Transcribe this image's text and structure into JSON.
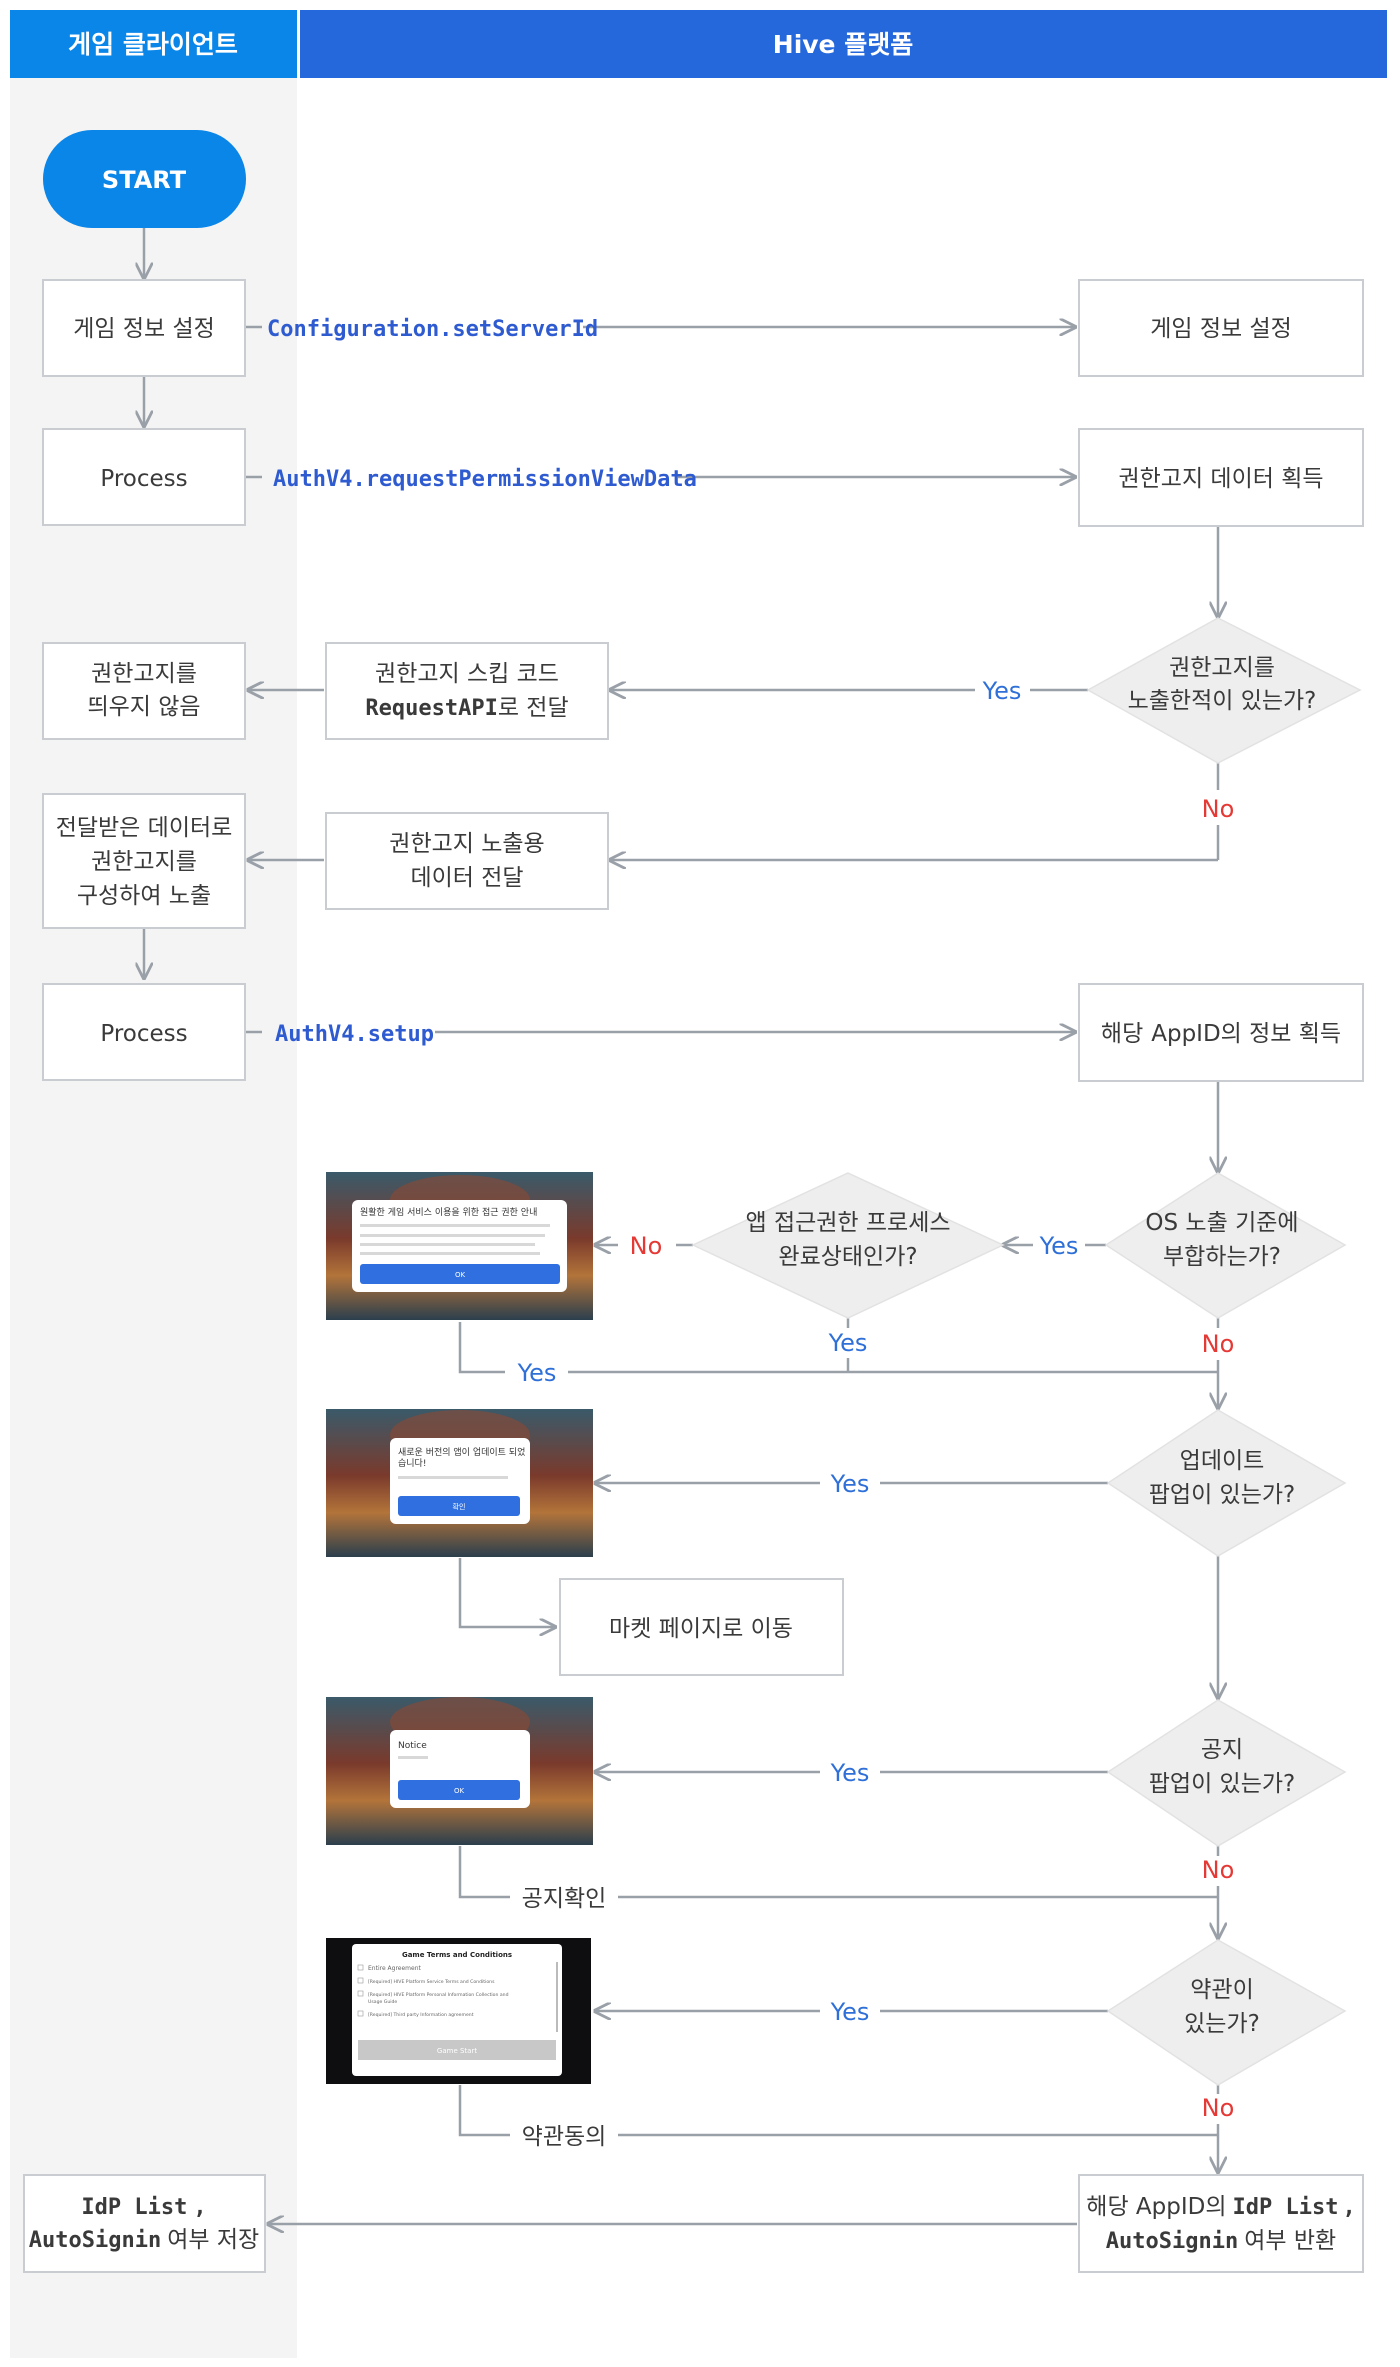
{
  "columns": {
    "client": "게임 클라이언트",
    "platform": "Hive 플랫폼"
  },
  "colors": {
    "header_client": "#0a85e8",
    "header_platform": "#2468dc",
    "start": "#0a85e8",
    "lane_bg": "#f4f4f4",
    "yes": "#2e6fd8",
    "no": "#e53935",
    "api": "#2f5bd0"
  },
  "start": "START",
  "client": {
    "set_game_info": "게임 정보 설정",
    "process1": "Process",
    "no_show_1": "권한고지를",
    "no_show_2": "띄우지 않음",
    "compose_1": "전달받은 데이터로",
    "compose_2": "권한고지를",
    "compose_3": "구성하여 노출",
    "process2": "Process",
    "save_1": "IdP List",
    "save_comma": ",",
    "save_2a": "AutoSignin",
    "save_2b": "여부 저장"
  },
  "apis": {
    "set_server": "Configuration.setServerId",
    "permission": "AuthV4.requestPermissionViewData",
    "setup": "AuthV4.setup"
  },
  "platform": {
    "set_game_info": "게임 정보 설정",
    "get_permission": "권한고지 데이터 획득",
    "skip_1": "권한고지 스킵 코드",
    "skip_2a": "RequestAPI",
    "skip_2b": "로 전달",
    "deliver_1": "권한고지 노출용",
    "deliver_2": "데이터 전달",
    "get_app_info_a": "해당",
    "get_app_info_b": "AppID의 정보 획득",
    "market": "마켓 페이지로 이동",
    "return_1a": "해당 AppID의",
    "return_1b": "IdP List",
    "return_1c": ",",
    "return_2a": "AutoSignin",
    "return_2b": "여부 반환"
  },
  "decisions": {
    "shown_before_1": "권한고지를",
    "shown_before_2": "노출한적이 있는가?",
    "os_1": "OS 노출 기준에",
    "os_2": "부합하는가?",
    "app_perm_1": "앱 접근권한 프로세스",
    "app_perm_2": "완료상태인가?",
    "update_1": "업데이트",
    "update_2": "팝업이 있는가?",
    "notice_1": "공지",
    "notice_2": "팝업이 있는가?",
    "terms_1": "약관이",
    "terms_2": "있는가?"
  },
  "labels": {
    "yes": "Yes",
    "no": "No",
    "notice_confirm": "공지확인",
    "terms_agree": "약관동의"
  },
  "screens": {
    "permission_title": "원활한 게임 서비스 이용을 위한 접근 권한 안내",
    "permission_ok": "OK",
    "update_title_1": "새로운 버전의 앱이 업데이트 되었",
    "update_title_2": "습니다!",
    "update_btn": "확인",
    "notice_title": "Notice",
    "notice_ok": "OK",
    "terms_title": "Game Terms and Conditions",
    "terms_item_1": "Entire Agreement",
    "terms_item_2": "[Required] HIVE Platform Service Terms and Conditions",
    "terms_item_3": "[Required] HIVE Platform Personal Information Collection and",
    "terms_item_3b": "Usage Guide",
    "terms_item_4": "[Required] Third party Information agreement",
    "terms_btn": "Game Start"
  }
}
